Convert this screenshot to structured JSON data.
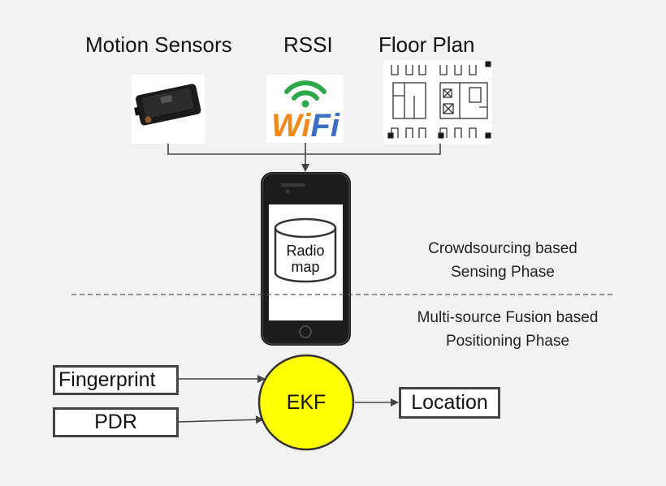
{
  "inputs": {
    "motion": "Motion Sensors",
    "rssi": "RSSI",
    "floor": "Floor Plan"
  },
  "wifi_logo": "WiFi",
  "database": {
    "line1": "Radio",
    "line2": "map"
  },
  "phases": {
    "sensing": {
      "line1": "Crowdsourcing based",
      "line2": "Sensing Phase"
    },
    "positioning": {
      "line1": "Multi-source Fusion based",
      "line2": "Positioning Phase"
    }
  },
  "fusion": {
    "fingerprint": "Fingerprint",
    "pdr": "PDR",
    "ekf": "EKF",
    "location": "Location"
  },
  "colors": {
    "background": "#f2f2f2",
    "ekf_fill": "#ffff00",
    "wifi_green": "#2ea84a",
    "wifi_orange": "#f08a1c",
    "wifi_blue": "#3a6fc4"
  }
}
